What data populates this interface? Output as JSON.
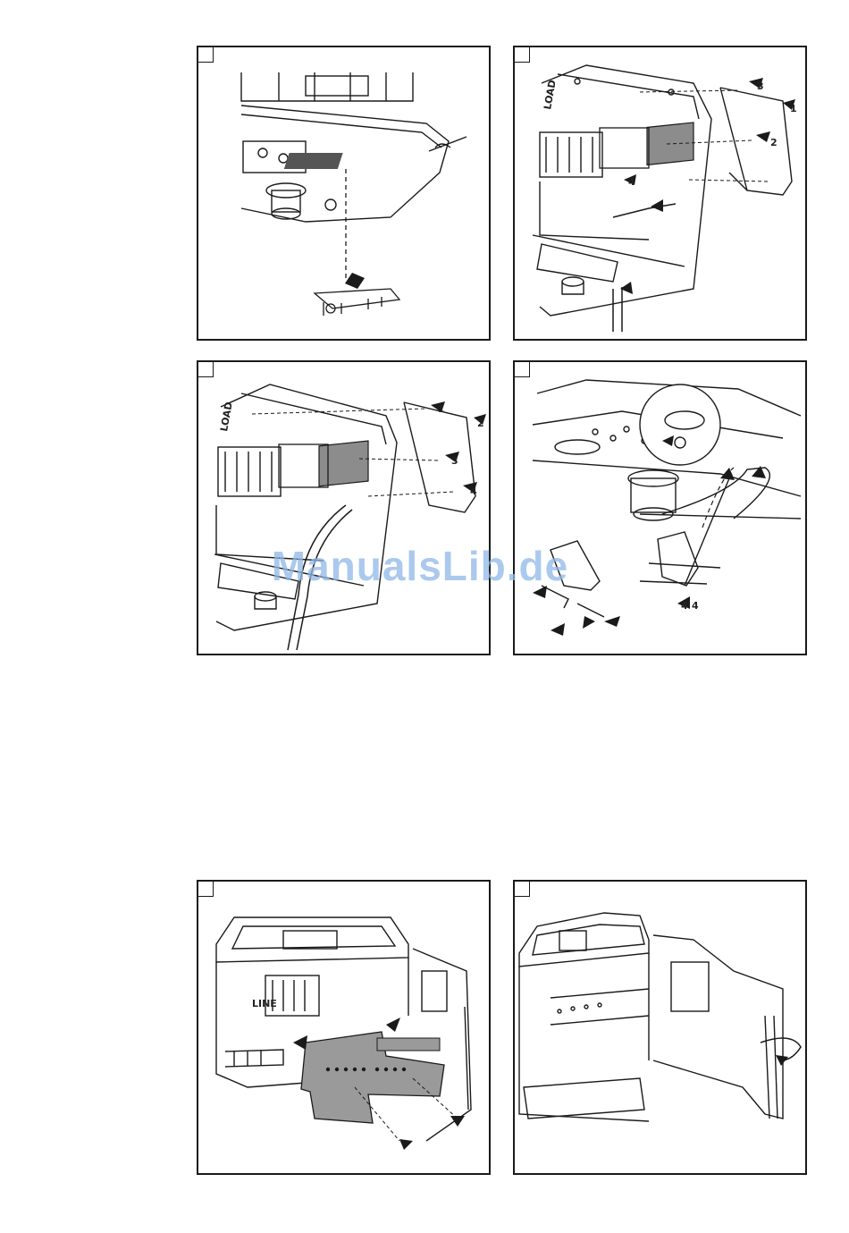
{
  "watermark": "ManualsLib.de",
  "labels": {
    "load": "LOAD",
    "line": "LINE",
    "n1": "1",
    "n2": "2",
    "n3": "3",
    "n4": "4"
  },
  "colors": {
    "line": "#1a1a1a",
    "plate": "#9a9a9a",
    "pcb": "#8c8c8c",
    "watermark": "#8fb8e8"
  }
}
